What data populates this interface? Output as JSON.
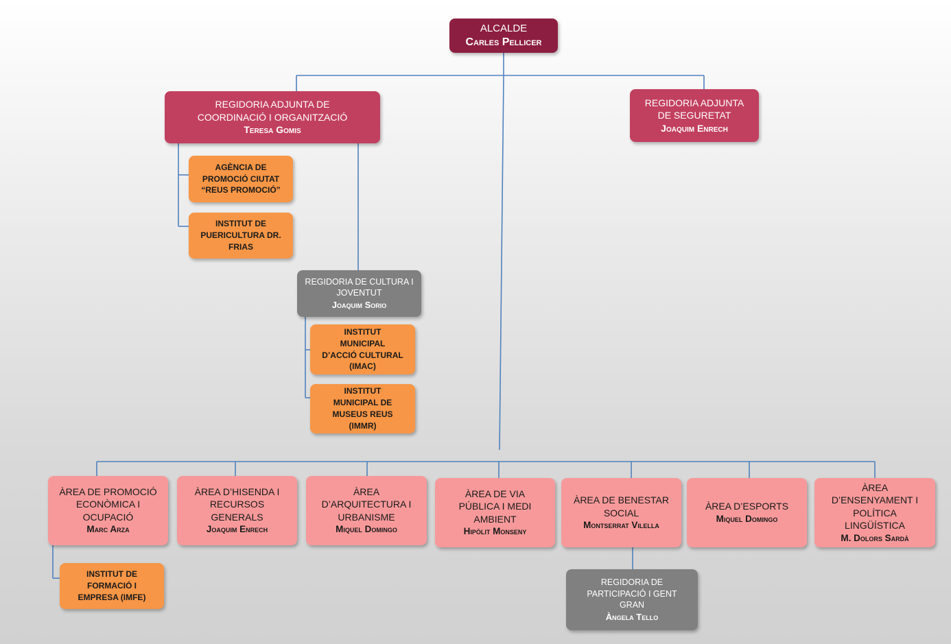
{
  "mayor": {
    "role": "ALCALDE",
    "name": "Carles Pellicer"
  },
  "deputy_coordination": {
    "role_lines": [
      "REGIDORIA ADJUNTA DE",
      "COORDINACIÓ I ORGANITZACIÓ"
    ],
    "name": "Teresa Gomis"
  },
  "deputy_security": {
    "role_lines": [
      "REGIDORIA ADJUNTA",
      "DE SEGURETAT"
    ],
    "name": "Joaquim Enrech"
  },
  "promotion_agency": {
    "lines": [
      "AGÈNCIA DE",
      "PROMOCIÓ CIUTAT",
      "“REUS PROMOCIÓ”"
    ]
  },
  "childcare_institute": {
    "lines": [
      "INSTITUT  DE",
      "PUERICULTURA DR.",
      "FRIAS"
    ]
  },
  "culture_youth": {
    "role_lines": [
      "REGIDORIA DE CULTURA I",
      "JOVENTUT"
    ],
    "name": "Joaquim Sorio"
  },
  "imac": {
    "lines": [
      "INSTITUT",
      "MUNICIPAL",
      "D’ACCIÓ CULTURAL",
      "(IMAC)"
    ]
  },
  "immr": {
    "lines": [
      "INSTITUT",
      "MUNICIPAL DE",
      "MUSEUS REUS",
      "(IMMR)"
    ]
  },
  "areas": [
    {
      "role_lines": [
        "ÀREA DE PROMOCIÓ",
        "ECONÒMICA I",
        "OCUPACIÓ"
      ],
      "name": "Marc Arza"
    },
    {
      "role_lines": [
        "ÀREA D’HISENDA I",
        "RECURSOS",
        "GENERALS"
      ],
      "name": "Joaquim Enrech"
    },
    {
      "role_lines": [
        "ÀREA",
        "D’ARQUITECTURA I",
        "URBANISME"
      ],
      "name": "Miquel Domingo"
    },
    {
      "role_lines": [
        "ÀREA DE VIA",
        "PÚBLICA I  MEDI",
        "AMBIENT"
      ],
      "name": "Hipòlit  Monseny"
    },
    {
      "role_lines": [
        "ÀREA DE BENESTAR",
        "SOCIAL"
      ],
      "name": "Montserrat Vilella"
    },
    {
      "role_lines": [
        "ÀREA D’ESPORTS"
      ],
      "name": "Miquel Domingo"
    },
    {
      "role_lines": [
        "ÀREA",
        "D’ENSENYAMENT I",
        "POLÍTICA",
        "LINGÜÍSTICA"
      ],
      "name": "M. Dolors Sardà"
    }
  ],
  "imfe": {
    "lines": [
      "INSTITUT DE",
      "FORMACIÓ I",
      "EMPRESA (IMFE)"
    ]
  },
  "participation": {
    "role_lines": [
      "REGIDORIA DE",
      "PARTICIPACIÓ I GENT",
      "GRAN"
    ],
    "name": "Àngela Tello"
  },
  "colors": {
    "connector": "#4f81bd",
    "mayor": "#8c1e41",
    "deputy": "#c2405f",
    "entity": "#f79646",
    "delegate": "#808080",
    "area": "#f7999a"
  }
}
